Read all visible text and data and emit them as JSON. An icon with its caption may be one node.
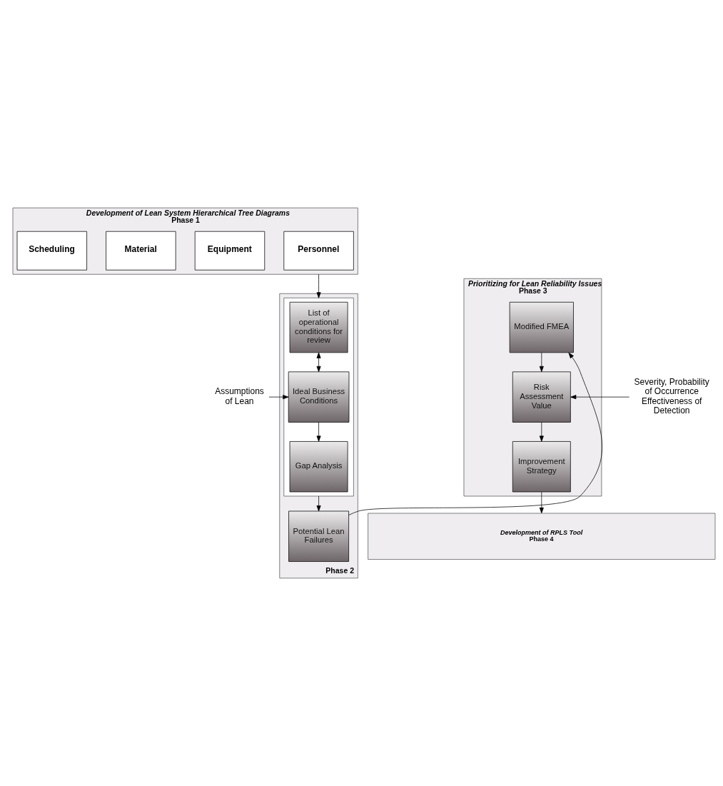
{
  "diagram": {
    "nodes": [
      {
        "text": [
          "Development of Lean System Hierarchical Tree Diagrams",
          "Phase 1"
        ]
      },
      {
        "text": [
          "Personnel"
        ],
        "in": 0
      },
      {
        "text": [
          "Equipment"
        ],
        "in": 0
      },
      {
        "text": [
          "Material"
        ],
        "in": 0
      },
      {
        "text": [
          "Scheduling"
        ],
        "in": 0
      },
      {
        "text": [
          "Phase 2"
        ]
      },
      {
        "text": [],
        "shape": "box",
        "in": 5
      },
      {
        "text": [
          "List of operational conditions for review"
        ],
        "in": 6
      },
      {
        "text": [
          "Ideal Business Conditions"
        ],
        "in": 6
      },
      {
        "text": [
          "Gap Analysis"
        ],
        "in": 6
      },
      {
        "text": [
          "Potential Lean Failures"
        ],
        "in": 5
      },
      {
        "text": [
          "Assumptions of Lean"
        ]
      },
      {
        "text": [
          "Prioritizing for Lean Reliability Issues",
          "Phase 3"
        ]
      },
      {
        "text": [
          "Modified FMEA"
        ],
        "in": 12
      },
      {
        "text": [
          "Risk Assessment Value"
        ],
        "in": 12
      },
      {
        "text": [
          "Improvement Strategy"
        ],
        "in": 12
      },
      {
        "text": [
          "Severity, Probability of Occurrence Effectiveness of Detection"
        ]
      },
      {
        "text": [
          "Development of RPLS Tool",
          "Phase 4"
        ]
      }
    ],
    "edges": [
      {
        "from": 0,
        "to": 6,
        "arrow": "to"
      },
      {
        "from": 7,
        "to": 8,
        "arrow": "both"
      },
      {
        "from": 11,
        "to": 8,
        "arrow": "to"
      },
      {
        "from": 8,
        "to": 9,
        "arrow": "to"
      },
      {
        "from": 6,
        "to": 10,
        "arrow": "to"
      },
      {
        "from": 10,
        "to": 13,
        "arrow": "to"
      },
      {
        "from": 13,
        "to": 14,
        "arrow": "to"
      },
      {
        "from": 16,
        "to": 14,
        "arrow": "to"
      },
      {
        "from": 14,
        "to": 15,
        "arrow": "to"
      },
      {
        "from": 15,
        "to": 17,
        "arrow": "to"
      }
    ]
  }
}
